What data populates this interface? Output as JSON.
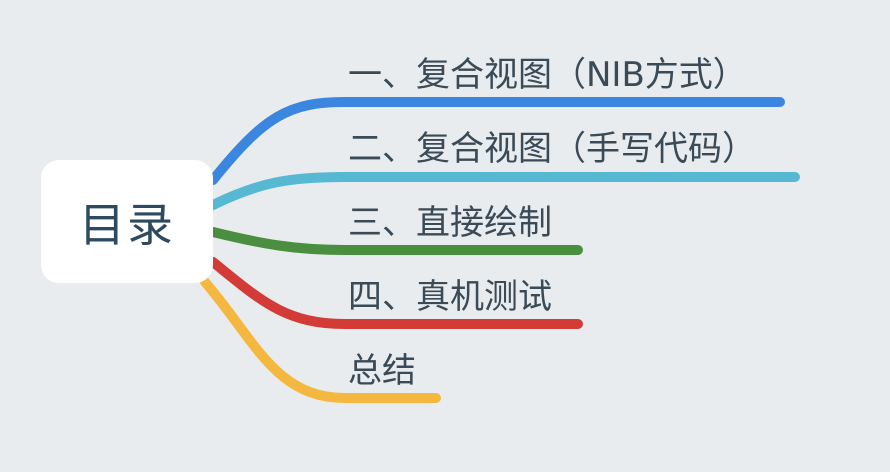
{
  "root": {
    "label": "目录"
  },
  "branches": [
    {
      "label": "一、复合视图（NIB方式）",
      "color": "#3b86de"
    },
    {
      "label": "二、复合视图（手写代码）",
      "color": "#56b8d2"
    },
    {
      "label": "三、直接绘制",
      "color": "#4a8f3f"
    },
    {
      "label": "四、真机测试",
      "color": "#d23b36"
    },
    {
      "label": "总结",
      "color": "#f4b840"
    }
  ]
}
